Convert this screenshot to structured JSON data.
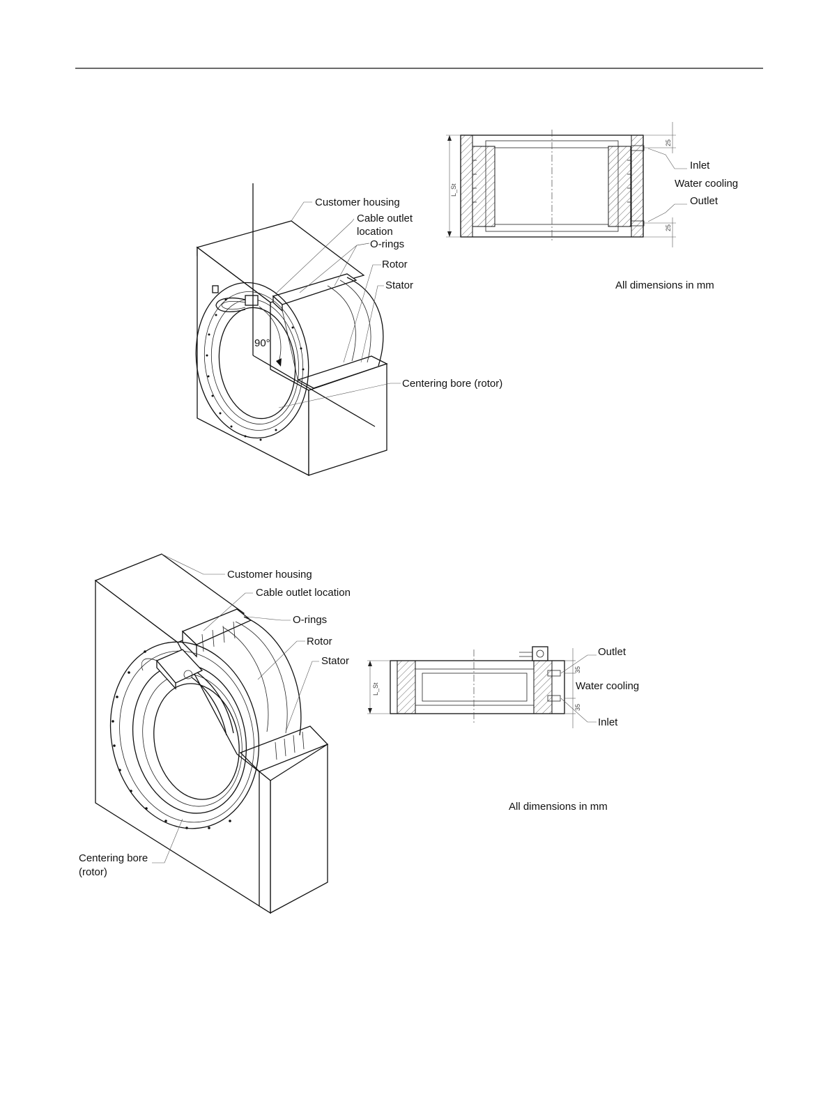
{
  "figure1": {
    "labels": {
      "customer_housing": "Customer housing",
      "cable_outlet_1": "Cable outlet",
      "cable_outlet_2": "location",
      "o_rings": "O-rings",
      "rotor": "Rotor",
      "stator": "Stator",
      "angle": "90°",
      "centering_bore": "Centering bore (rotor)"
    },
    "section": {
      "inlet": "Inlet",
      "water_cooling": "Water cooling",
      "outlet": "Outlet",
      "dim_length": "L_St",
      "dim_top": "25",
      "dim_bottom": "25",
      "units_note": "All dimensions in mm"
    }
  },
  "figure2": {
    "labels": {
      "customer_housing": "Customer housing",
      "cable_outlet": "Cable outlet location",
      "o_rings": "O-rings",
      "rotor": "Rotor",
      "stator": "Stator",
      "centering_bore_1": "Centering bore",
      "centering_bore_2": "(rotor)"
    },
    "section": {
      "outlet": "Outlet",
      "water_cooling": "Water cooling",
      "inlet": "Inlet",
      "dim_length": "L_St",
      "dim_top": "35",
      "dim_bottom": "35",
      "units_note": "All dimensions in mm"
    }
  }
}
